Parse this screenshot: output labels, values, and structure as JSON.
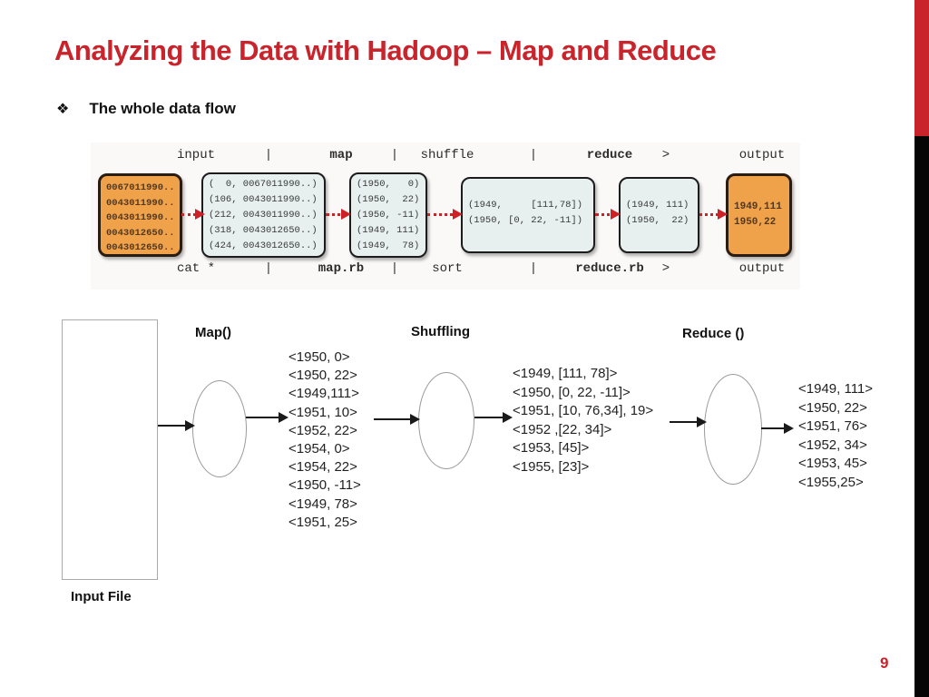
{
  "slide": {
    "title": "Analyzing the Data with Hadoop – Map and Reduce",
    "bullet_icon": "❖",
    "bullet_text": "The whole data flow",
    "page_number": "9"
  },
  "colors": {
    "accent_red": "#c9242c",
    "arrow_red": "#cb2127",
    "box_orange": "#f0a24b",
    "box_blue": "#e7efef",
    "sidebar_black": "#050505"
  },
  "pipeline_image": {
    "top_labels": [
      "input",
      "|",
      "map",
      "|",
      "shuffle",
      "|",
      "reduce",
      ">",
      "output"
    ],
    "bottom_labels": [
      "cat *",
      "|",
      "map.rb",
      "|",
      "sort",
      "|",
      "reduce.rb",
      ">",
      "output"
    ],
    "boxes": [
      {
        "name": "raw-input-records",
        "lines": [
          "0067011990..",
          "0043011990..",
          "0043011990..",
          "0043012650..",
          "0043012650.."
        ]
      },
      {
        "name": "map-input-pairs",
        "lines": [
          "(  0, 0067011990..)",
          "(106, 0043011990..)",
          "(212, 0043011990..)",
          "(318, 0043012650..)",
          "(424, 0043012650..)"
        ]
      },
      {
        "name": "map-output-pairs",
        "lines": [
          "(1950,   0)",
          "(1950,  22)",
          "(1950, -11)",
          "(1949, 111)",
          "(1949,  78)"
        ]
      },
      {
        "name": "shuffle-grouped-pairs",
        "lines": [
          "(1949,     [111,78])",
          "(1950, [0, 22, -11])"
        ]
      },
      {
        "name": "reduce-output-pairs",
        "lines": [
          "(1949, 111)",
          "(1950,  22)"
        ]
      },
      {
        "name": "final-output-records",
        "lines": [
          "1949,111",
          "1950,22"
        ]
      }
    ]
  },
  "flow_diagram": {
    "input_file_label": "Input File",
    "map_label": "Map()",
    "shuffle_label": "Shuffling",
    "reduce_label": "Reduce ()",
    "map_output": [
      "<1950, 0>",
      "<1950, 22>",
      "<1949,111>",
      "<1951, 10>",
      "<1952, 22>",
      "<1954, 0>",
      "<1954, 22>",
      "<1950, -11>",
      "<1949, 78>",
      "<1951, 25>"
    ],
    "shuffle_output": [
      "<1949, [111, 78]>",
      "<1950, [0, 22, -11]>",
      "<1951, [10, 76,34], 19>",
      "<1952 ,[22, 34]>",
      "<1953, [45]>",
      "<1955, [23]>"
    ],
    "reduce_output": [
      "<1949, 111>",
      "<1950, 22>",
      "<1951, 76>",
      "<1952, 34>",
      "<1953, 45>",
      "<1955,25>"
    ]
  }
}
